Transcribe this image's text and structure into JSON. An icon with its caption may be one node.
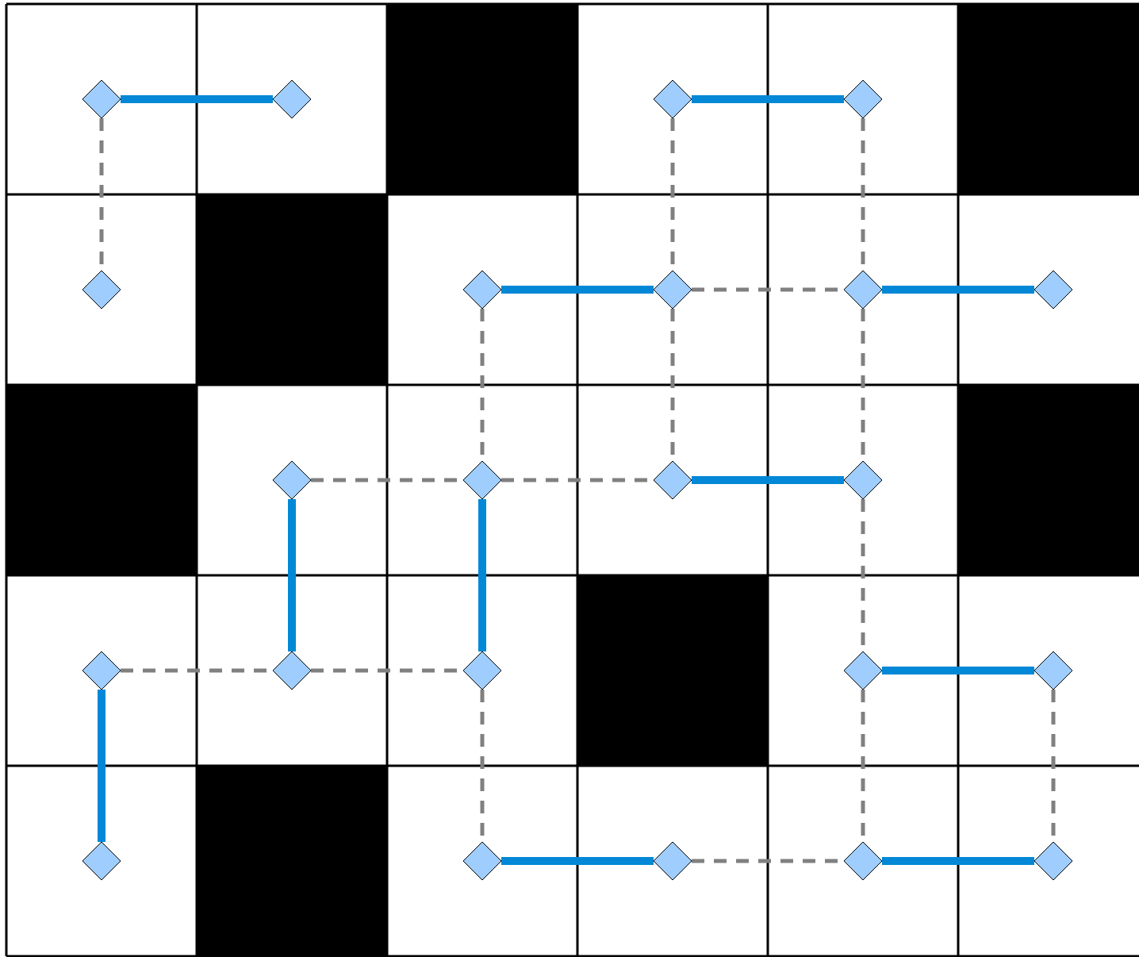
{
  "diagram": {
    "nodes": [
      {
        "text": [],
        "shape": "diamond"
      },
      {
        "text": [],
        "shape": "diamond"
      },
      {
        "text": [],
        "shape": "diamond"
      },
      {
        "text": [],
        "shape": "diamond"
      },
      {
        "text": [],
        "shape": "diamond"
      },
      {
        "text": [],
        "shape": "diamond"
      },
      {
        "text": [],
        "shape": "diamond"
      },
      {
        "text": [],
        "shape": "diamond"
      },
      {
        "text": [],
        "shape": "diamond"
      },
      {
        "text": [],
        "shape": "diamond"
      },
      {
        "text": [],
        "shape": "diamond"
      },
      {
        "text": [],
        "shape": "diamond"
      },
      {
        "text": [],
        "shape": "diamond"
      },
      {
        "text": [],
        "shape": "diamond"
      },
      {
        "text": [],
        "shape": "diamond"
      },
      {
        "text": [],
        "shape": "diamond"
      },
      {
        "text": [],
        "shape": "diamond"
      },
      {
        "text": [],
        "shape": "diamond"
      },
      {
        "text": [],
        "shape": "diamond"
      },
      {
        "text": [],
        "shape": "diamond"
      },
      {
        "text": [],
        "shape": "diamond"
      },
      {
        "text": [],
        "shape": "diamond"
      },
      {
        "text": [],
        "shape": "diamond"
      }
    ],
    "edges": [
      {
        "from": 0,
        "to": 1,
        "arrow": "none",
        "style": "thick",
        "color": "#0288d6"
      },
      {
        "from": 2,
        "to": 3,
        "arrow": "none",
        "style": "thick",
        "color": "#0288d6"
      },
      {
        "from": 0,
        "to": 4,
        "arrow": "none",
        "style": "dashed",
        "color": "#808080"
      },
      {
        "from": 2,
        "to": 6,
        "arrow": "none",
        "style": "dashed",
        "color": "#808080"
      },
      {
        "from": 3,
        "to": 7,
        "arrow": "none",
        "style": "dashed",
        "color": "#808080"
      },
      {
        "from": 5,
        "to": 6,
        "arrow": "none",
        "style": "thick",
        "color": "#0288d6"
      },
      {
        "from": 6,
        "to": 7,
        "arrow": "none",
        "style": "dashed",
        "color": "#808080"
      },
      {
        "from": 7,
        "to": 8,
        "arrow": "none",
        "style": "thick",
        "color": "#0288d6"
      },
      {
        "from": 5,
        "to": 10,
        "arrow": "none",
        "style": "dashed",
        "color": "#808080"
      },
      {
        "from": 6,
        "to": 11,
        "arrow": "none",
        "style": "dashed",
        "color": "#808080"
      },
      {
        "from": 7,
        "to": 12,
        "arrow": "none",
        "style": "dashed",
        "color": "#808080"
      },
      {
        "from": 9,
        "to": 10,
        "arrow": "none",
        "style": "dashed",
        "color": "#808080"
      },
      {
        "from": 10,
        "to": 11,
        "arrow": "none",
        "style": "dashed",
        "color": "#808080"
      },
      {
        "from": 11,
        "to": 12,
        "arrow": "none",
        "style": "thick",
        "color": "#0288d6"
      },
      {
        "from": 9,
        "to": 14,
        "arrow": "none",
        "style": "thick",
        "color": "#0288d6"
      },
      {
        "from": 10,
        "to": 15,
        "arrow": "none",
        "style": "thick",
        "color": "#0288d6"
      },
      {
        "from": 12,
        "to": 16,
        "arrow": "none",
        "style": "dashed",
        "color": "#808080"
      },
      {
        "from": 13,
        "to": 14,
        "arrow": "none",
        "style": "dashed",
        "color": "#808080"
      },
      {
        "from": 14,
        "to": 15,
        "arrow": "none",
        "style": "dashed",
        "color": "#808080"
      },
      {
        "from": 16,
        "to": 17,
        "arrow": "none",
        "style": "thick",
        "color": "#0288d6"
      },
      {
        "from": 13,
        "to": 18,
        "arrow": "none",
        "style": "thick",
        "color": "#0288d6"
      },
      {
        "from": 15,
        "to": 19,
        "arrow": "none",
        "style": "dashed",
        "color": "#808080"
      },
      {
        "from": 16,
        "to": 21,
        "arrow": "none",
        "style": "dashed",
        "color": "#808080"
      },
      {
        "from": 17,
        "to": 22,
        "arrow": "none",
        "style": "dashed",
        "color": "#808080"
      },
      {
        "from": 19,
        "to": 20,
        "arrow": "none",
        "style": "thick",
        "color": "#0288d6"
      },
      {
        "from": 20,
        "to": 21,
        "arrow": "none",
        "style": "dashed",
        "color": "#808080"
      },
      {
        "from": 21,
        "to": 22,
        "arrow": "none",
        "style": "thick",
        "color": "#0288d6"
      }
    ]
  }
}
